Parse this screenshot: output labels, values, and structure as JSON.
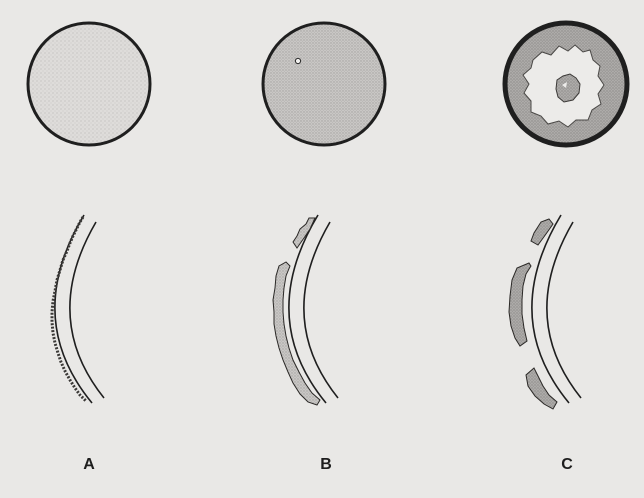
{
  "panels": [
    {
      "label": "A"
    },
    {
      "label": "B"
    },
    {
      "label": "C"
    }
  ],
  "colors": {
    "background": "#e9e8e6",
    "outline": "#1f1f1f",
    "stipple_light": "#dddcda",
    "stipple_medium": "#c8c6c4",
    "deposit_dark": "#a9a7a5",
    "clear_area": "#eeedeb"
  }
}
